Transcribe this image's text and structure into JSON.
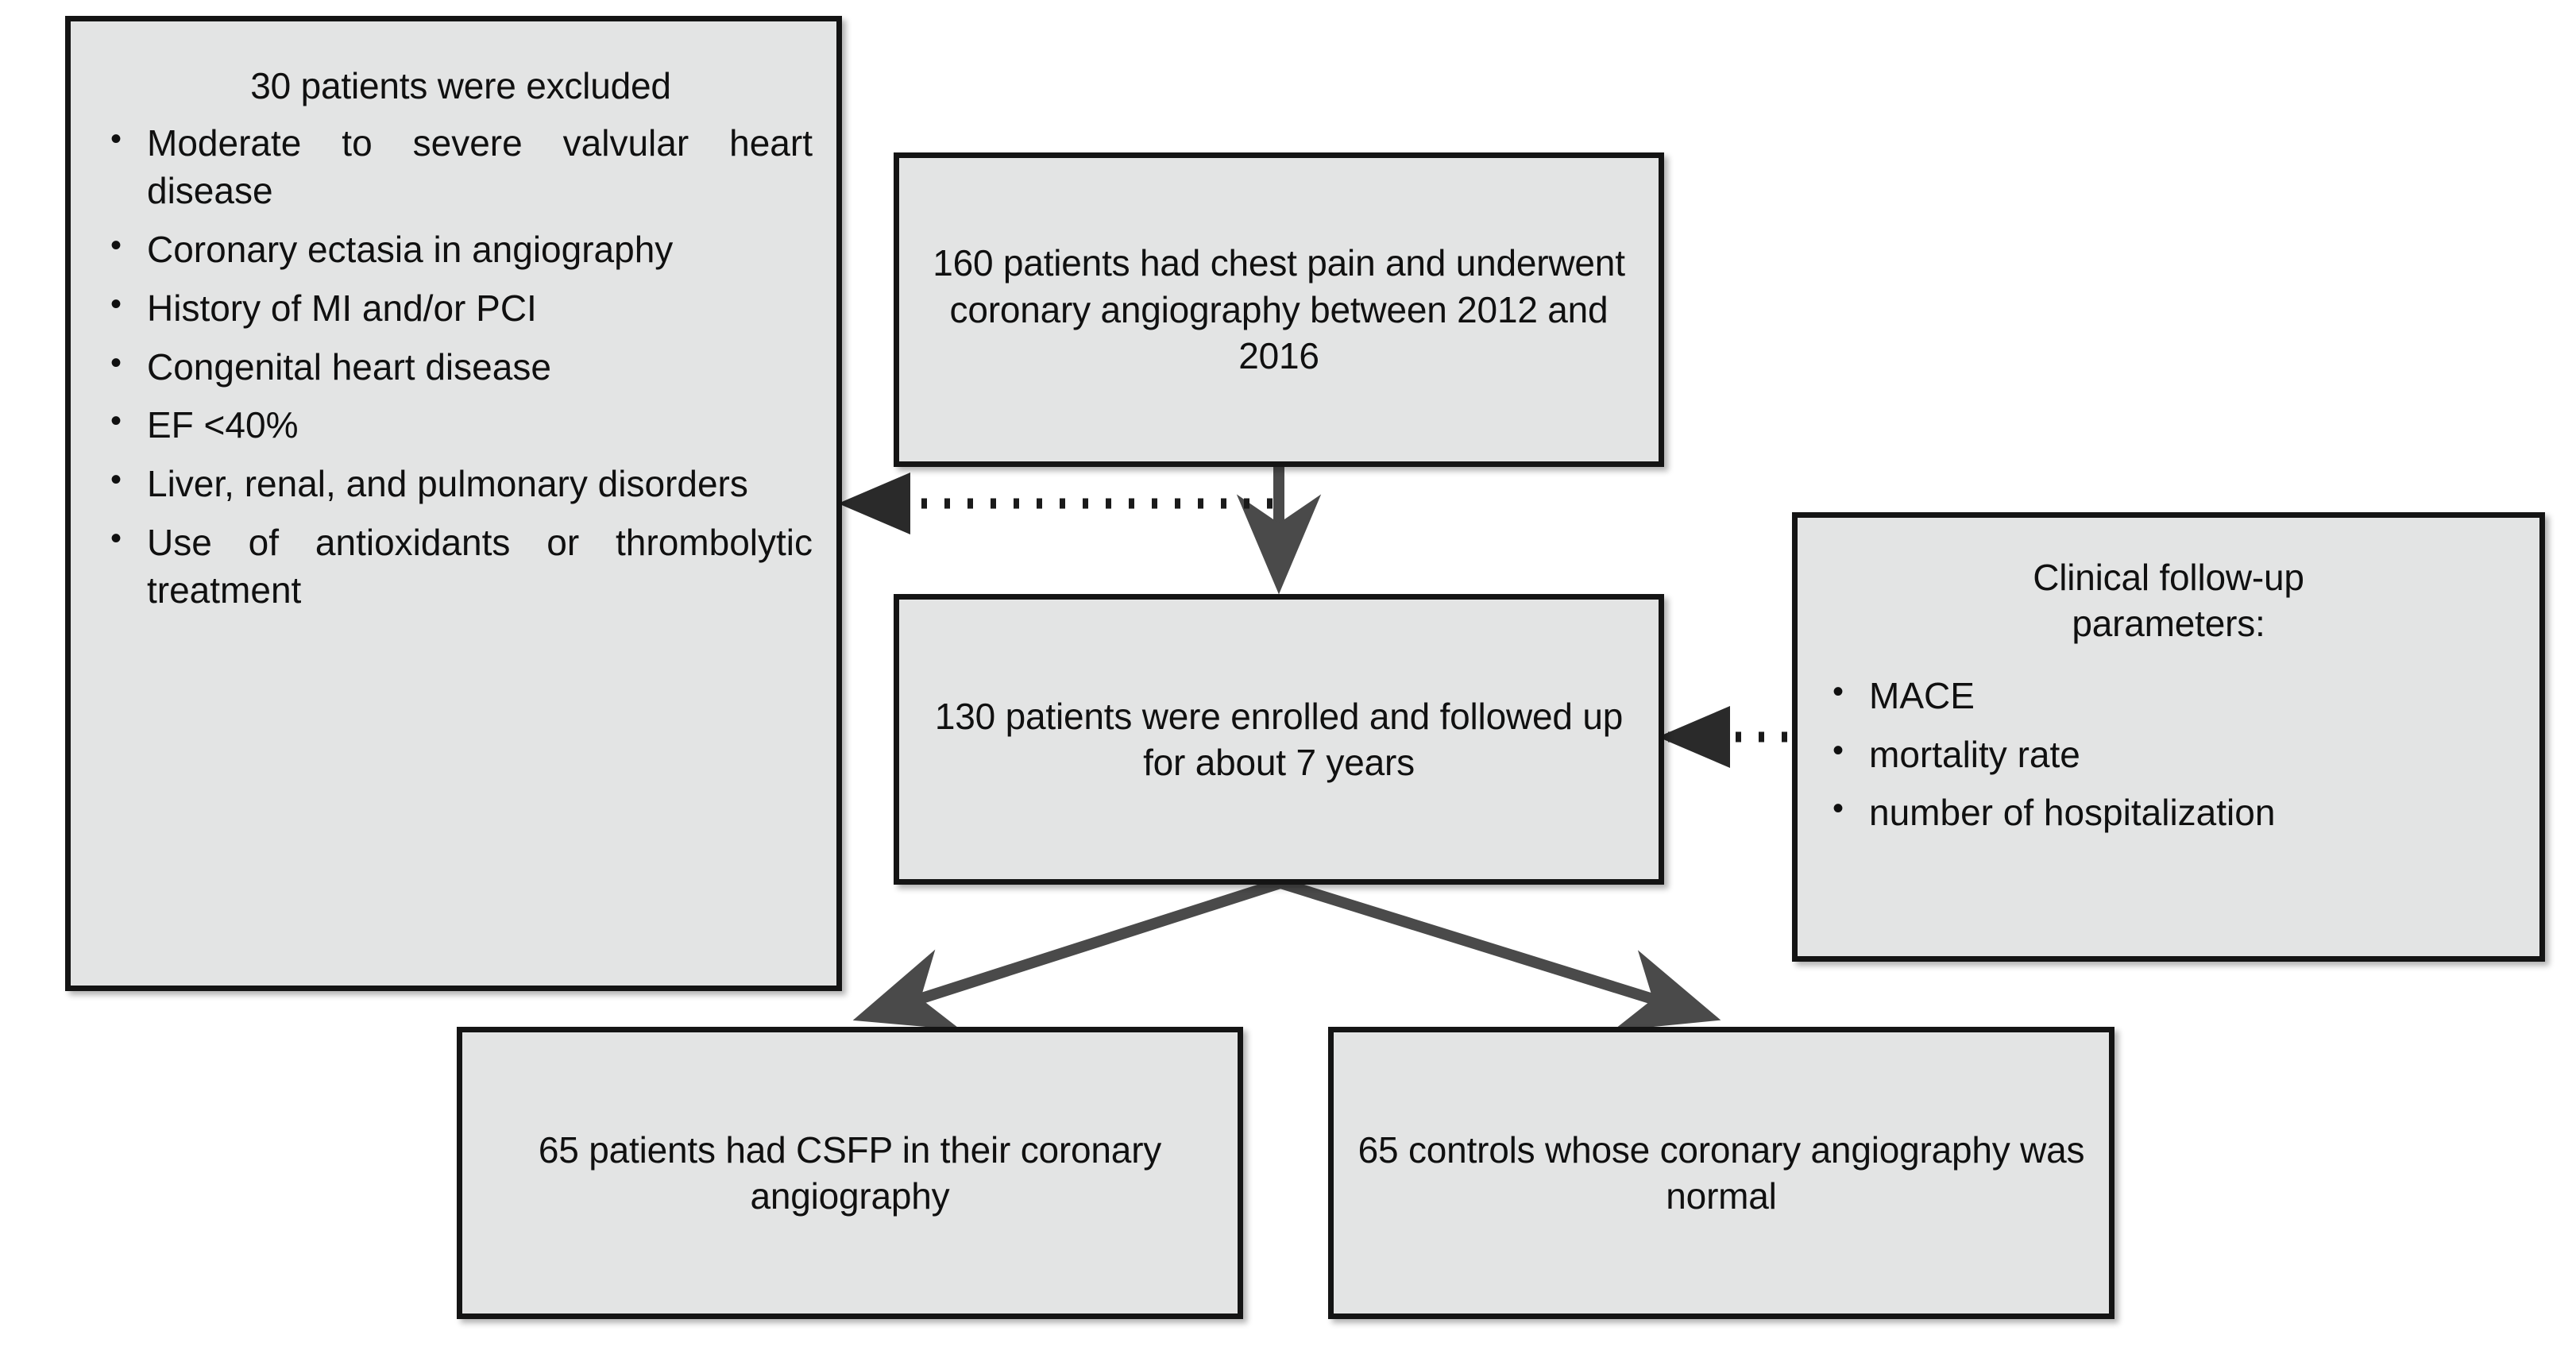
{
  "diagram": {
    "type": "flowchart",
    "title": "Study enrollment flow diagram",
    "colors": {
      "box_fill": "#e3e4e4",
      "box_border": "#141414",
      "arrow": "#4a4a4a",
      "dashed_line": "#1a1a1a",
      "page_background": "#ffffff"
    },
    "nodes": {
      "exclusion": {
        "heading": "30 patients were excluded",
        "bullets": [
          "Moderate to severe valvular heart disease",
          "Coronary ectasia in angiography",
          "History of MI and/or PCI",
          "Congenital heart disease",
          "EF <40%",
          "Liver, renal, and pulmonary disorders",
          "Use of antioxidants or thrombolytic treatment"
        ]
      },
      "screened": {
        "text": "160 patients had chest pain and underwent coronary angiography between 2012 and 2016"
      },
      "enrolled": {
        "text": "130 patients were enrolled and followed up for about 7 years"
      },
      "followup": {
        "heading_line1": "Clinical follow-up",
        "heading_line2": "parameters:",
        "bullets": [
          "MACE",
          "mortality rate",
          "number of hospitalization"
        ]
      },
      "csfp_group": {
        "text": "65 patients had CSFP in their coronary angiography"
      },
      "control_group": {
        "text": "65 controls whose coronary angiography was normal"
      }
    },
    "edges": [
      {
        "id": "screened-to-enrolled",
        "from": "screened",
        "to": "enrolled",
        "style": "solid",
        "arrowhead": "down"
      },
      {
        "id": "exclusion-link",
        "from": "exclusion",
        "to": "screened-to-enrolled",
        "style": "dashed",
        "arrowhead": "left"
      },
      {
        "id": "followup-link",
        "from": "followup",
        "to": "enrolled",
        "style": "dashed",
        "arrowhead": "left"
      },
      {
        "id": "enrolled-to-csfp",
        "from": "enrolled",
        "to": "csfp_group",
        "style": "solid",
        "arrowhead": "down-left"
      },
      {
        "id": "enrolled-to-control",
        "from": "enrolled",
        "to": "control_group",
        "style": "solid",
        "arrowhead": "down-right"
      }
    ]
  }
}
